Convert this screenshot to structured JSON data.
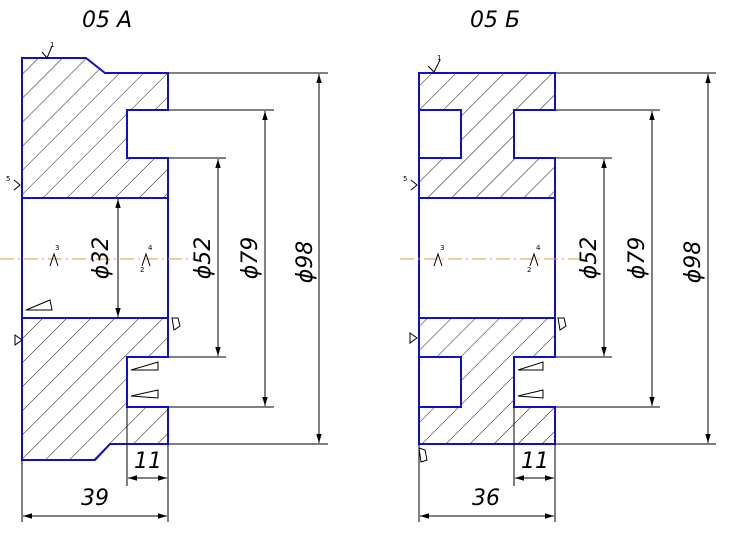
{
  "views": [
    {
      "title": "05 А",
      "outer_diameter": "ϕ98",
      "groove_diameter": "ϕ79",
      "step_diameter": "ϕ52",
      "bore_diameter": "ϕ32",
      "groove_width": "11",
      "total_length": "39",
      "surface_marks": [
        "1",
        "2",
        "3",
        "4",
        "5"
      ]
    },
    {
      "title": "05 Б",
      "outer_diameter": "ϕ98",
      "groove_diameter": "ϕ79",
      "step_diameter": "ϕ52",
      "groove_width": "11",
      "total_length": "36",
      "surface_marks": [
        "1",
        "2",
        "3",
        "4",
        "5"
      ]
    }
  ],
  "colors": {
    "contour": "#1010cc",
    "axis": "#e89a3c",
    "lines": "#000000"
  }
}
